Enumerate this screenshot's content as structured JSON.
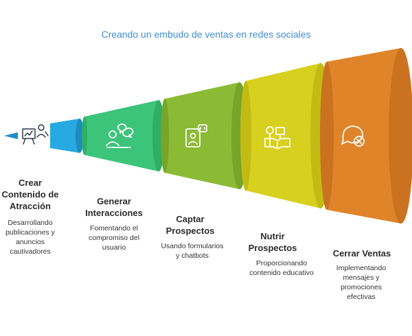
{
  "title": "Creando un embudo de ventas en redes sociales",
  "colors": {
    "title": "#3f8fe0",
    "stage1": "#27a9e1",
    "stage2": "#3cc47a",
    "stage3": "#8bbb34",
    "stage4": "#d8d01e",
    "stage5": "#e08429"
  },
  "stages": [
    {
      "title": "Crear Contenido de Atracción",
      "description": "Desarrollando publicaciones y anuncios cautivadores",
      "icon": "easel-idea-icon"
    },
    {
      "title": "Generar Interacciones",
      "description": "Fomentando el compromiso del usuario",
      "icon": "people-chat-icon"
    },
    {
      "title": "Captar Prospectos",
      "description": "Usando formularios y chatbots",
      "icon": "profile-bot-icon"
    },
    {
      "title": "Nutrir Prospectos",
      "description": "Proporcionando contenido educativo",
      "icon": "education-icon"
    },
    {
      "title": "Cerrar Ventas",
      "description": "Implementando mensajes y promociones efectivas",
      "icon": "chat-close-icon"
    }
  ]
}
